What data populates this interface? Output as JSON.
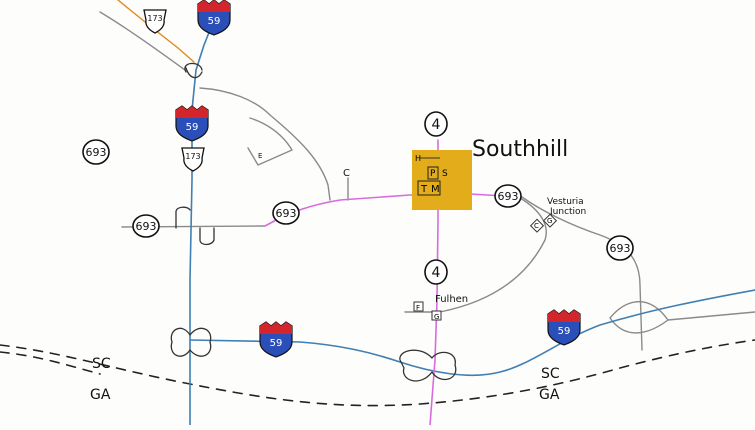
{
  "map": {
    "city_label": "Southhill",
    "junction_label_line1": "Vesturia",
    "junction_label_line2": "Junction",
    "town_label": "Fulhen",
    "state_labels": [
      "SC",
      "GA",
      "SC",
      "GA"
    ],
    "routes": {
      "interstate": "59",
      "us_route": "173",
      "state_route_693": "693",
      "state_route_4": "4"
    },
    "exit_letters": [
      "C",
      "E",
      "F",
      "G",
      "H"
    ],
    "city_block_letters": [
      "P",
      "S",
      "T",
      "M"
    ],
    "junction_letters": [
      "C",
      "G"
    ],
    "colors": {
      "interstate_blue": "#2b4fb8",
      "interstate_red": "#d3262c",
      "city_fill": "#e3ac1a",
      "state_road": "#d86be0",
      "interstate_line": "#3f7fb3",
      "us_route_line": "#e08a20",
      "local_road": "#8a8a8a"
    }
  }
}
